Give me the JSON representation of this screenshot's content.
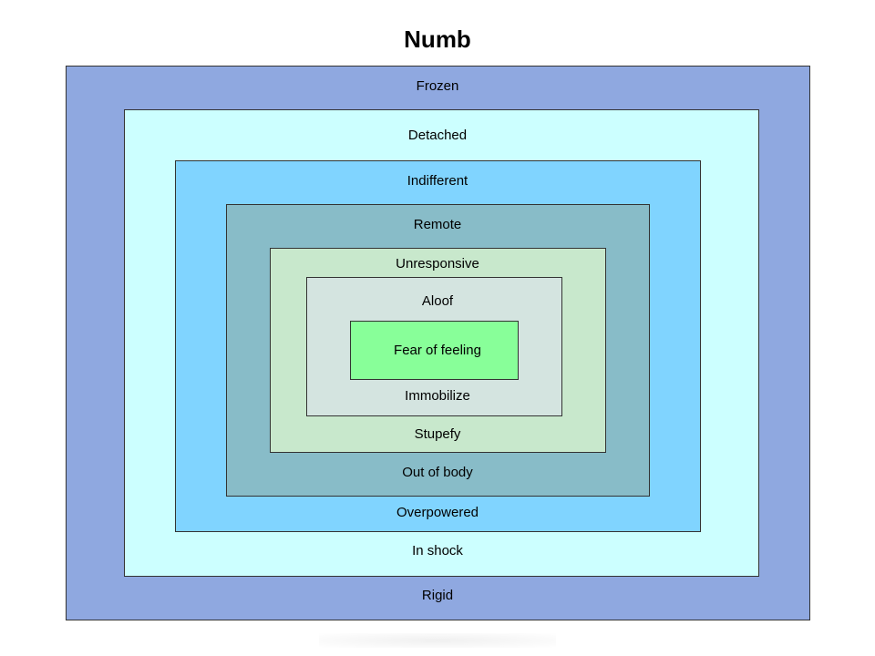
{
  "title": "Numb",
  "colors": {
    "layer1": "#8fa8e0",
    "layer2": "#ccffff",
    "layer3": "#80d4ff",
    "layer4": "#88bcc8",
    "layer5": "#c8e8cc",
    "layer6": "#d4e4e0",
    "core": "#88ff99"
  },
  "layers": [
    {
      "top": "Frozen",
      "bottom": "Rigid"
    },
    {
      "top": "Detached",
      "bottom": "In shock"
    },
    {
      "top": "Indifferent",
      "bottom": "Overpowered"
    },
    {
      "top": "Remote",
      "bottom": "Out of body"
    },
    {
      "top": "Unresponsive",
      "bottom": "Stupefy"
    },
    {
      "top": "Aloof",
      "bottom": "Immobilize"
    }
  ],
  "core": "Fear of feeling"
}
